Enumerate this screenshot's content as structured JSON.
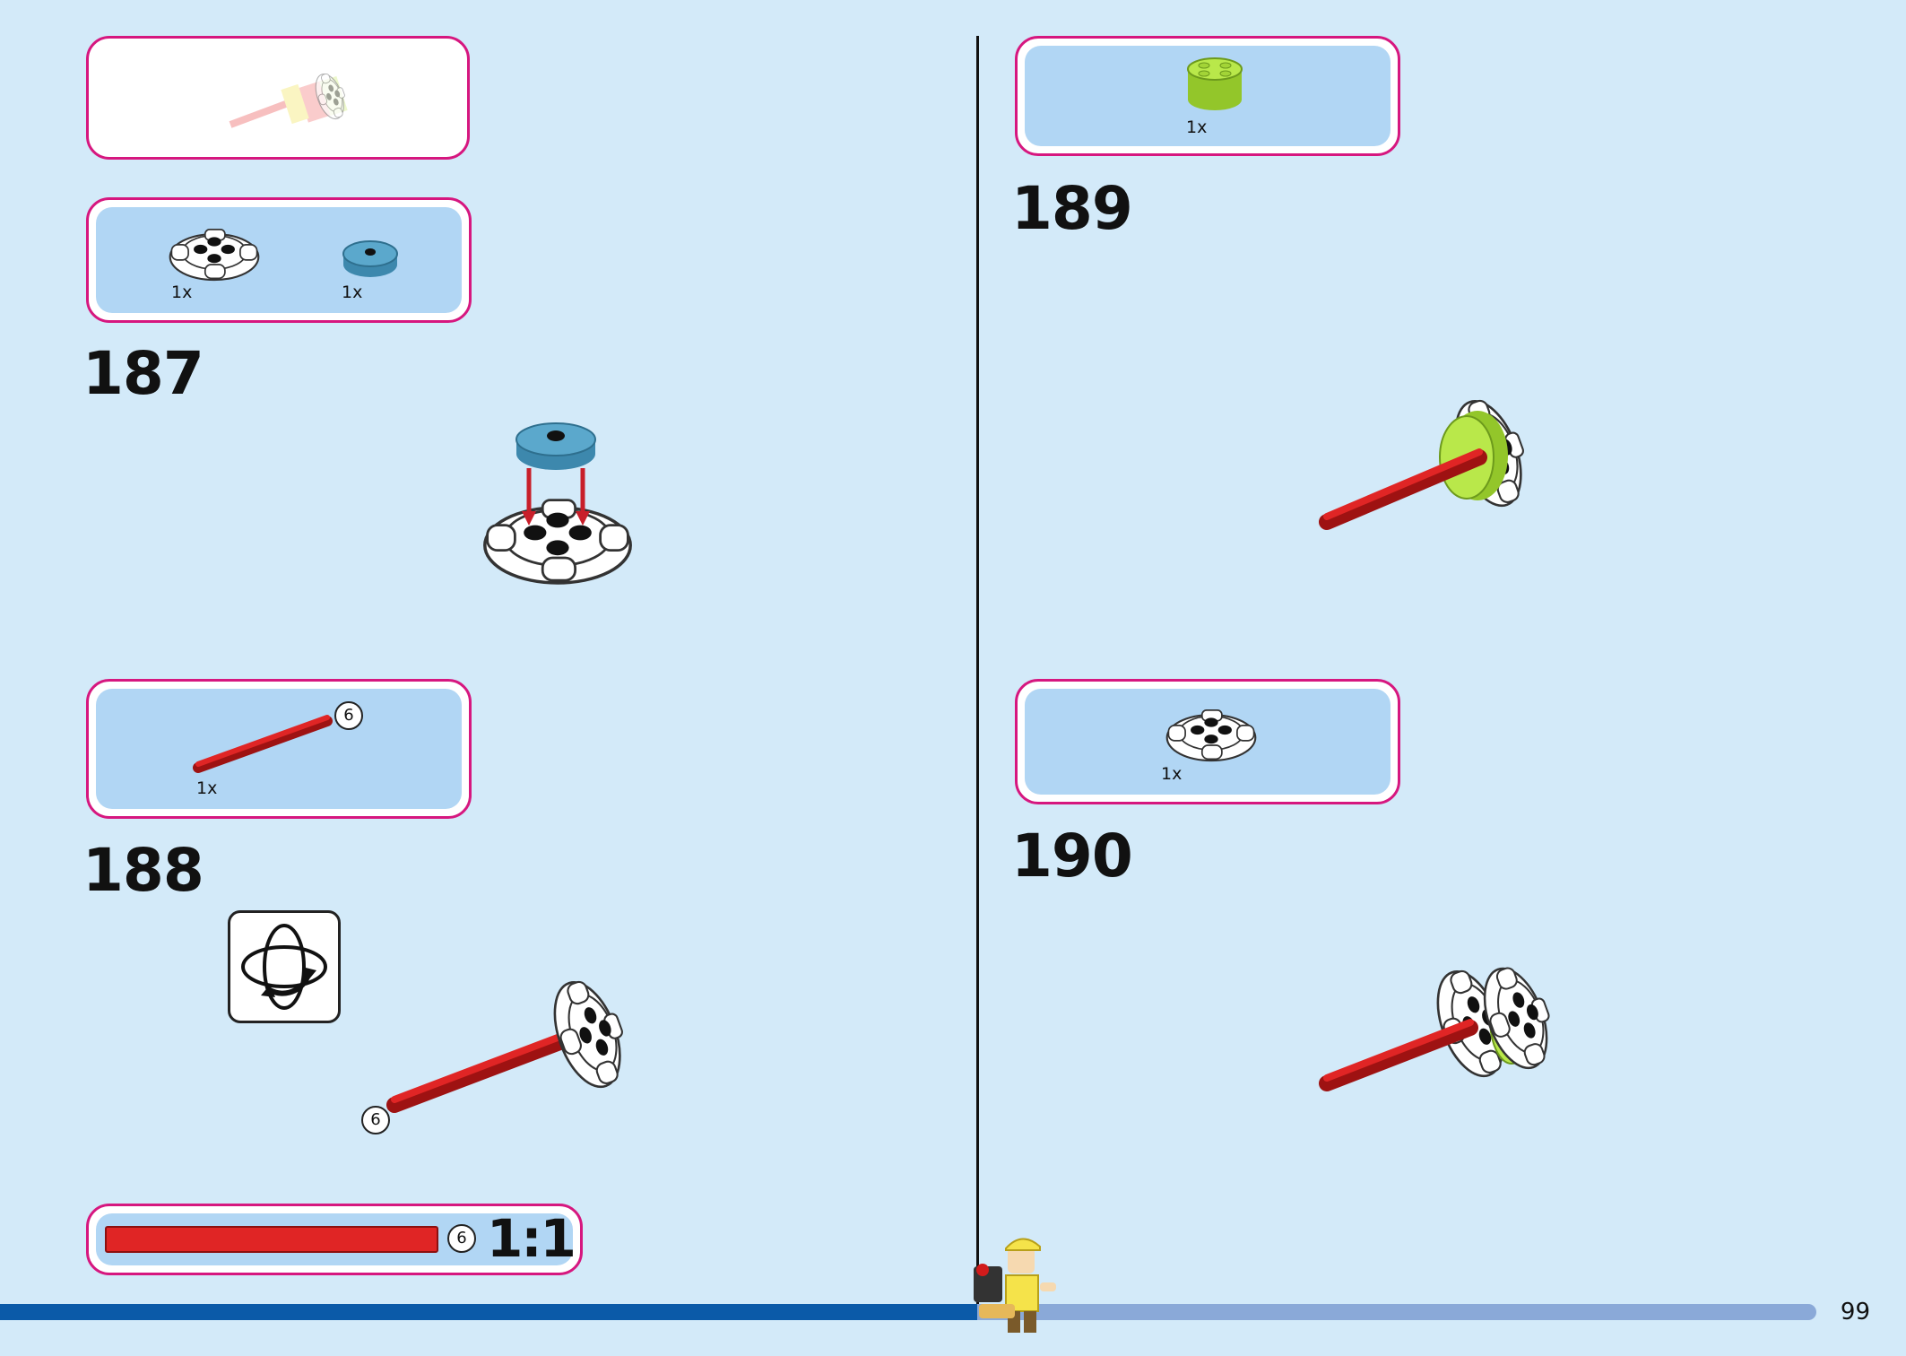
{
  "page": {
    "number": "99"
  },
  "left": {
    "preview_box": {},
    "parts_box_187": {
      "items": [
        {
          "icon": "white-wheel-hub",
          "qty": "1x"
        },
        {
          "icon": "blue-round-tile",
          "qty": "1x"
        }
      ]
    },
    "step_187": {
      "number": "187"
    },
    "parts_box_188": {
      "items": [
        {
          "icon": "red-axle",
          "qty": "1x",
          "length": "6"
        }
      ]
    },
    "step_188": {
      "number": "188",
      "rotate_icon": "rotate-model-icon",
      "axle_length": "6"
    },
    "scale_box": {
      "axle_length": "6",
      "ratio": "1:1"
    }
  },
  "right": {
    "parts_box_189": {
      "items": [
        {
          "icon": "lime-round-brick",
          "qty": "1x"
        }
      ]
    },
    "step_189": {
      "number": "189"
    },
    "parts_box_190": {
      "items": [
        {
          "icon": "white-wheel-hub",
          "qty": "1x"
        }
      ]
    },
    "step_190": {
      "number": "190"
    }
  },
  "colors": {
    "background": "#d3eaf9",
    "frame": "#d6177f",
    "parts_fill": "#b1d6f4",
    "axle_red": "#d11b1b",
    "lime": "#b9e84a",
    "tile_blue": "#5ba8cc"
  }
}
